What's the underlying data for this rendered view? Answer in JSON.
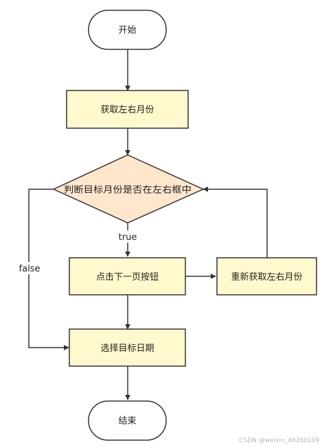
{
  "flowchart": {
    "nodes": {
      "start": "开始",
      "get_months": "获取左右月份",
      "check": "判断目标月份是否在左右框中",
      "click_next": "点击下一页按钮",
      "refetch": "重新获取左右月份",
      "select_date": "选择目标日期",
      "end": "结束"
    },
    "edges": {
      "true_label": "true",
      "false_label": "false"
    }
  },
  "watermark": "CSDN @weixin_48280109",
  "colors": {
    "process_fill": "#FFFACD",
    "decision_fill": "#FFE6CC",
    "terminal_fill": "#FFFFFF",
    "stroke": "#333333"
  }
}
